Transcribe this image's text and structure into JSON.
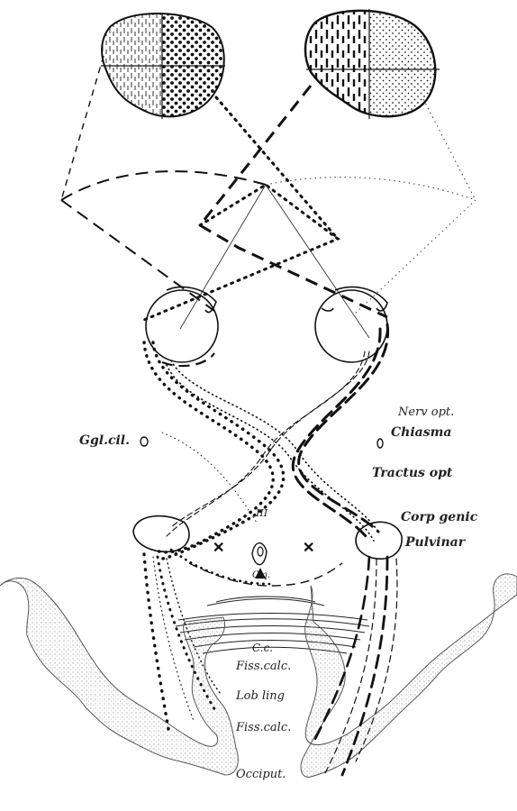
{
  "labels": {
    "nerv_opt": "Nerv opt.",
    "chiasma": "Chiasma",
    "tractus_opt": "Tractus opt",
    "ggl_cil": "Ggl.cil.",
    "corp_genic": "Corp genic",
    "pulvinar": "Pulvinar",
    "third_nerve": "III",
    "cq": "C.q.",
    "cc": "C.c.",
    "fiss_calc_upper": "Fiss.calc.",
    "lob_ling": "Lob ling",
    "fiss_calc_lower": "Fiss.calc.",
    "occiput": "Occiput."
  },
  "colors": {
    "ink": "#1a1a1a",
    "stipple": "#9a9a9a"
  }
}
